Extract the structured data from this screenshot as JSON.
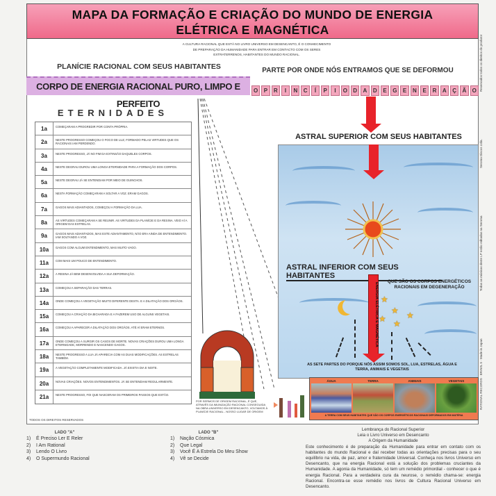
{
  "title": {
    "line1": "MAPA DA FORMAÇÃO E CRIAÇÃO DO MUNDO DE ENERGIA",
    "line2": "ELÉTRICA E MAGNÉTICA"
  },
  "intro": "A CULTURA RACIONAL QUE ESTÁ NO LIVRO UNIVERSO EM DESENCANTO, É O CONHECIMENTO DE PREPARAÇÃO DA HUMANIDADE PARA ENTRAR EM CONTACTO COM OS SERES EXTRATERRENOS, HABITANTES DO MUNDO RACIONAL.",
  "planicie": "PLANÍCIE RACIONAL COM SEUS HABITANTES",
  "corpo": "CORPO DE ENERGIA RACIONAL PURO, LIMPO E PERFEITO",
  "parte": "PARTE POR ONDE NÓS ENTRAMOS QUE SE DEFORMOU",
  "degeneracao": [
    "O",
    "P",
    "R",
    "I",
    "N",
    "C",
    "Í",
    "P",
    "I",
    "O",
    "D",
    "A",
    "D",
    "E",
    "G",
    "E",
    "N",
    "E",
    "R",
    "A",
    "Ç",
    "Ã",
    "O"
  ],
  "eternidades_title": "ETERNIDADES",
  "eternidades": [
    {
      "n": "1a",
      "t": "COMEÇARAM A PROGREDIR POR CONTA PRÓPRIA."
    },
    {
      "n": "2a",
      "t": "NESTE PROGRESSO COMEÇOU O FOCO DE LUZ, FORMADO PELAS VIRTUDES QUE OS RACIONAIS IAM PERDENDO."
    },
    {
      "n": "3a",
      "t": "NESTE PROGRESSO, JÁ NO FIM DA EXTINSÃO DAQUELES CORPOS."
    },
    {
      "n": "4a",
      "t": "NESTE DEGRAU DUROU UMA LONGA ETERNIDADE PARA A FORMAÇÃO DOS CORPOS."
    },
    {
      "n": "5a",
      "t": "NESTE DEGRAU JÁ SE ENTENDIAM POR MEIO DE GUINCHOS."
    },
    {
      "n": "6a",
      "t": "NESTA FORMAÇÃO COMEÇARAM A SOLTAR A VOZ. ERAM GAGOS."
    },
    {
      "n": "7a",
      "t": "GAGOS MAIS ADIANTADOS, COMEÇOU A FORMAÇÃO DA LUA."
    },
    {
      "n": "8a",
      "t": "AS VIRTUDES COMEÇARAM A SE REUNIR. AS VIRTUDES DA PLANÍCIE E DA RESINA. VEIO AÍ A ORIGEM DAS ESTRELAS."
    },
    {
      "n": "9a",
      "t": "GAGOS MAIS ADIANTADOS, MAS ESTE ADIANTAMENTO, NÃO ERA AINDA DE ENTENDIMENTO. IAM SOLTANDO A VOZ."
    },
    {
      "n": "10a",
      "t": "GAGOS COM ALGUM ENTENDIMENTO, MAS MUITO VAGO."
    },
    {
      "n": "11a",
      "t": "COM MAIS UM POUCO DE ENTENDIMENTO."
    },
    {
      "n": "12a",
      "t": "A RESINA JÁ BEM DESENVOLVIDA A SUA DEFORMAÇÃO."
    },
    {
      "n": "13a",
      "t": "COMEÇOU A SEPARAÇÃO DAS TERRAS."
    },
    {
      "n": "14a",
      "t": "ONDE COMEÇOU A VEGETAÇÃO MUITO DIFERENTE DESTA. E A DILATAÇÃO DOS ORGÃOS."
    },
    {
      "n": "15a",
      "t": "COMEÇOU A CRIAÇÃO DA BICHARADA E A FAZEREM USO DE ALGUNS VEGETAIS."
    },
    {
      "n": "16a",
      "t": "COMEÇOU A APARECER A DILATAÇÃO DOS ORGÃOS. ATÉ AÍ ERAM ETERNOS."
    },
    {
      "n": "17a",
      "t": "ONDE COMEÇOU A SURGIR OS CASOS DE MORTE. NOVAS CRIAÇÕES DUROU UMA LONGA ETERNIDADE, MORRENDO E NASCENDO GAGOS."
    },
    {
      "n": "18a",
      "t": "NESTE PROGRESSO A LUA JÁ APARECIA COM AS DUAS MODIFICAÇÕES. AS ESTRELAS TAMBÉM."
    },
    {
      "n": "19a",
      "t": "A VEGETAÇÃO COMPLETAMENTE MODIFICADA. JÁ EXISTIA DIA E NOITE."
    },
    {
      "n": "20a",
      "t": "NOVAS CRIAÇÕES. NOVOS ENTENDIMENTOS. JÁ SE ENTENDIAM REGULARMENTE."
    },
    {
      "n": "21a",
      "t": "NESTE PROGRESSO, FOI QUE NASCERAM OS PRIMEIROS PASSOS QUE ESTÃO."
    }
  ],
  "rights": "TODOS OS DIREITOS RESERVADOS",
  "astral_superior": "ASTRAL SUPERIOR COM SEUS HABITANTES",
  "astral_inferior": "ASTRAL INFERIOR COM SEUS HABITANTES",
  "energia": "ENERGIA ELÉTRICA E MAGNÉTICA",
  "corpos": "QUE SÃO OS CORPOS ENERGÉTICOS RACIONAIS EM DEGENERAÇÃO",
  "sete_partes": "AS SETE PARTES DO PORQUE NÓS ASSIM SOMOS SOL, LUA, ESTRELAS, ÁGUA E TERRA, ANIMAIS E VEGETAIS",
  "panels": [
    "ÁGUA",
    "TERRA",
    "ANIMAIS",
    "VEGETAIS"
  ],
  "panels_caption": "A TERRA COM SEUS HABITANTES QUE SÃO OS CORPOS ENERGÉTICOS RACIONAIS DEFORMADOS EM MATÉRIA",
  "arch_caption": "POR SERMOS DE ORIGEM RACIONAL, É QUE, ATRAVÉS DA IMUNIZAÇÃO RACIONAL CONSEGUIDA NA OBRA UNIVERSO EM DESENCANTO, VOLTAMOS À PLANÍCIE RACIONAL - NOSSO LUGAR DE ORIGEM",
  "side_a": {
    "title": "LADO \"A\"",
    "tracks": [
      "É Preciso Ler E Reler",
      "I Am Rational",
      "Lendo O Livro",
      "O Supermundo Racional"
    ]
  },
  "side_b": {
    "title": "LADO \"B\"",
    "tracks": [
      "Nação Cósmica",
      "Que Legal",
      "Você É A Estrela Do Meu Show",
      "Vê se Decide"
    ]
  },
  "lembranca": {
    "l1": "Lembrança do Racional Superior",
    "l2": "Leia o Livro Universo em Desencanto",
    "l3": "A Origem da Humanidade",
    "body": "Este conhecimento é de preparação da Humanidade para entrar em contato com os habitantes do mundo Racional e daí receber todas as orientações precisas para o seu equilíbrio na vida, de paz, amor e fraternidade Universal. Conheça nos livros Universo em Desencanto, que na energia Racional está a solução dos problemas cruciantes da Humanidade. A agonia da Humanidade, só tem um remédio primordial - conhecer o que é energia Racional. Para a verdadeira cura da neurose, o remédio chama-se: energia Racional. Encontra-se esse remédio nos livros de Cultura Racional Universo em Desencanto."
  },
  "side_text": [
    "RATIONAL RECORDS · BRAVIL 5 · Made in Japan",
    "Todas as músicas deste LP estão editadas na Seroma",
    "Seroma Discos Ltda.",
    "Reservados todos os direitos do produtor"
  ],
  "colors": {
    "banner": "#ef6a8a",
    "lavender": "#dcb0e2",
    "arrow": "#e8232a",
    "sky": "#b9d6ee"
  }
}
